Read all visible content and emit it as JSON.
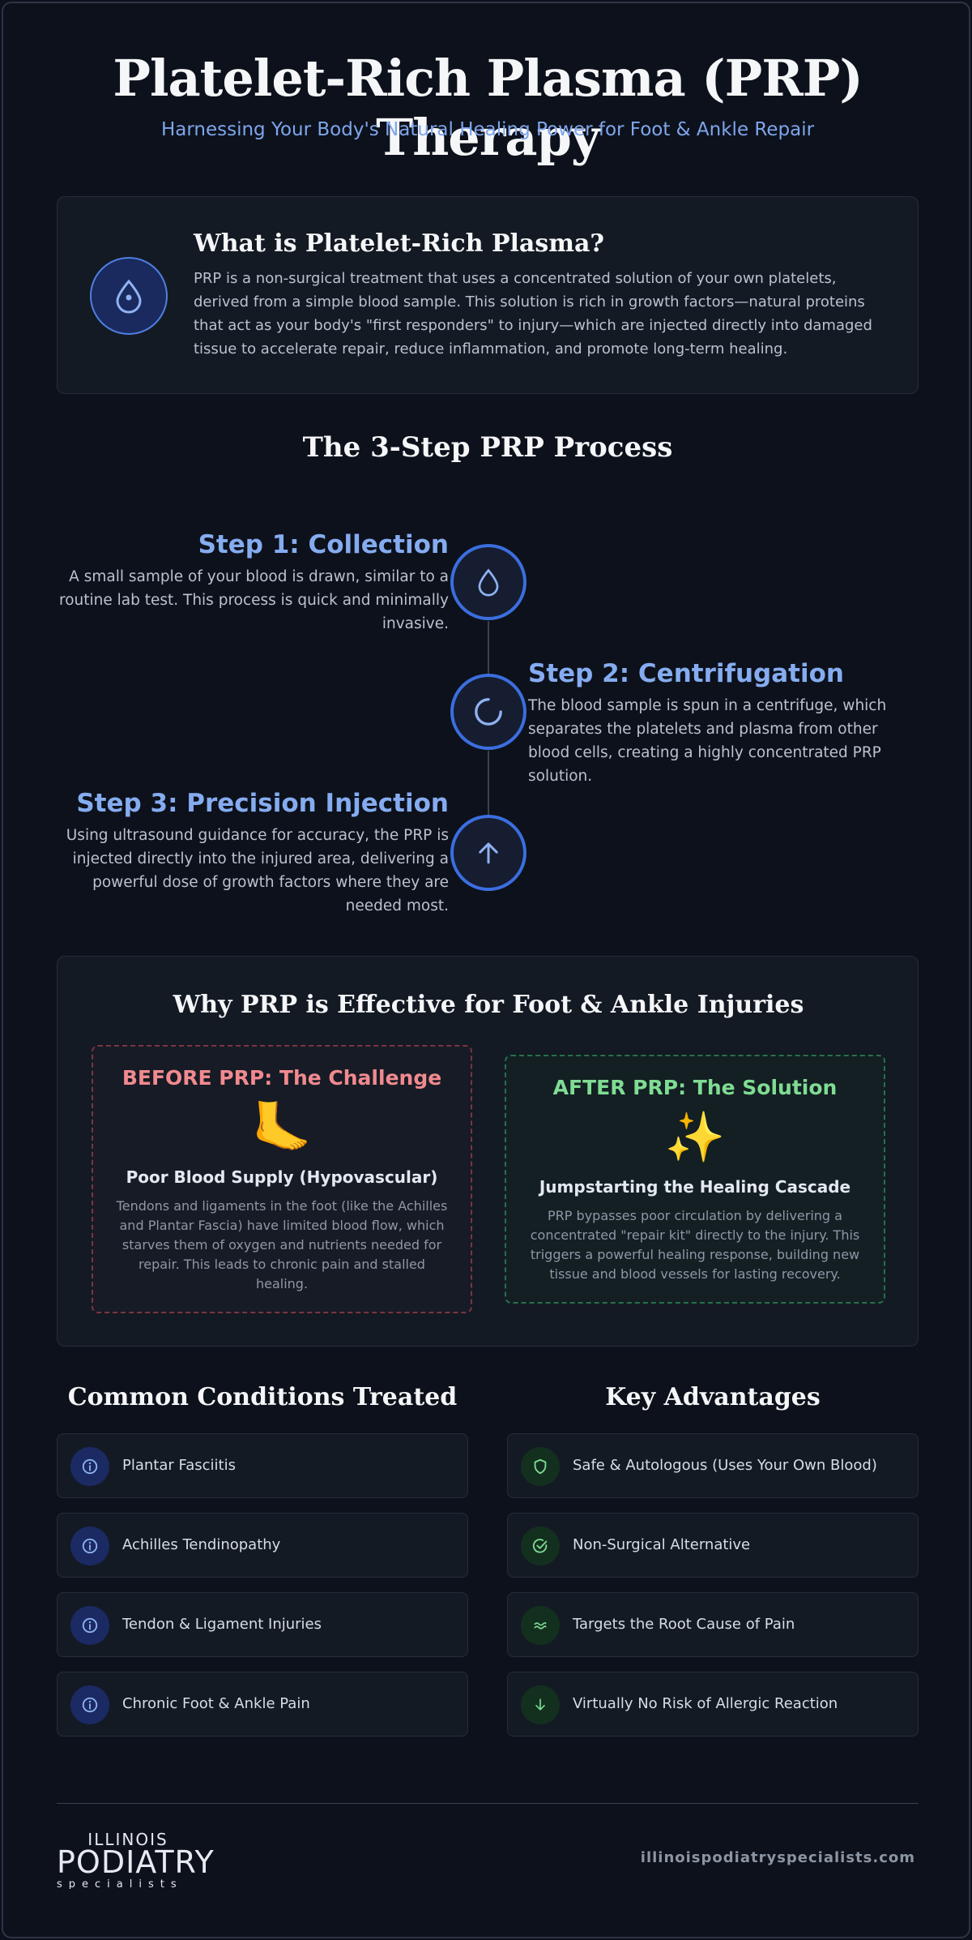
{
  "header": {
    "title": "Platelet-Rich Plasma (PRP) Therapy",
    "subtitle": "Harnessing Your Body's Natural Healing Power for Foot & Ankle Repair"
  },
  "intro": {
    "icon": "blood-drop-icon",
    "heading": "What is Platelet-Rich Plasma?",
    "body": "PRP is a non-surgical treatment that uses a concentrated solution of your own platelets, derived from a simple blood sample. This solution is rich in growth factors—natural proteins that act as your body's \"first responders\" to injury—which are injected directly into damaged tissue to accelerate repair, reduce inflammation, and promote long-term healing."
  },
  "process": {
    "heading": "The 3-Step PRP Process",
    "steps": [
      {
        "title": "Step 1: Collection",
        "text": "A small sample of your blood is drawn, similar to a routine lab test. This process is quick and minimally invasive.",
        "icon": "blood-drop-icon"
      },
      {
        "title": "Step 2: Centrifugation",
        "text": "The blood sample is spun in a centrifuge, which separates the platelets and plasma from other blood cells, creating a highly concentrated PRP solution.",
        "icon": "spinner-icon"
      },
      {
        "title": "Step 3: Precision Injection",
        "text": "Using ultrasound guidance for accuracy, the PRP is injected directly into the injured area, delivering a powerful dose of growth factors where they are needed most.",
        "icon": "arrow-up-icon"
      }
    ]
  },
  "why": {
    "heading": "Why PRP is Effective for Foot & Ankle Injuries",
    "before": {
      "title": "BEFORE PRP: The Challenge",
      "emoji": "🦶",
      "heading": "Poor Blood Supply (Hypovascular)",
      "text": "Tendons and ligaments in the foot (like the Achilles and Plantar Fascia) have limited blood flow, which starves them of oxygen and nutrients needed for repair. This leads to chronic pain and stalled healing."
    },
    "after": {
      "title": "AFTER PRP: The Solution",
      "emoji": "✨",
      "heading": "Jumpstarting the Healing Cascade",
      "text": "PRP bypasses poor circulation by delivering a concentrated \"repair kit\" directly to the injury. This triggers a powerful healing response, building new tissue and blood vessels for lasting recovery."
    }
  },
  "conditions": {
    "heading": "Common Conditions Treated",
    "items": [
      "Plantar Fasciitis",
      "Achilles Tendinopathy",
      "Tendon & Ligament Injuries",
      "Chronic Foot & Ankle Pain"
    ]
  },
  "advantages": {
    "heading": "Key Advantages",
    "items": [
      "Safe & Autologous (Uses Your Own Blood)",
      "Non-Surgical Alternative",
      "Targets the Root Cause of Pain",
      "Virtually No Risk of Allergic Reaction"
    ]
  },
  "footer": {
    "logo_top": "ILLINOIS",
    "logo_main": "PODIATRY",
    "logo_bottom": "specialists",
    "website": "illinoispodiatryspecialists.com"
  },
  "colors": {
    "background": "#0d111b",
    "accent_blue": "#85acf0",
    "before_red": "#f08a8f",
    "after_green": "#7fdc93"
  }
}
